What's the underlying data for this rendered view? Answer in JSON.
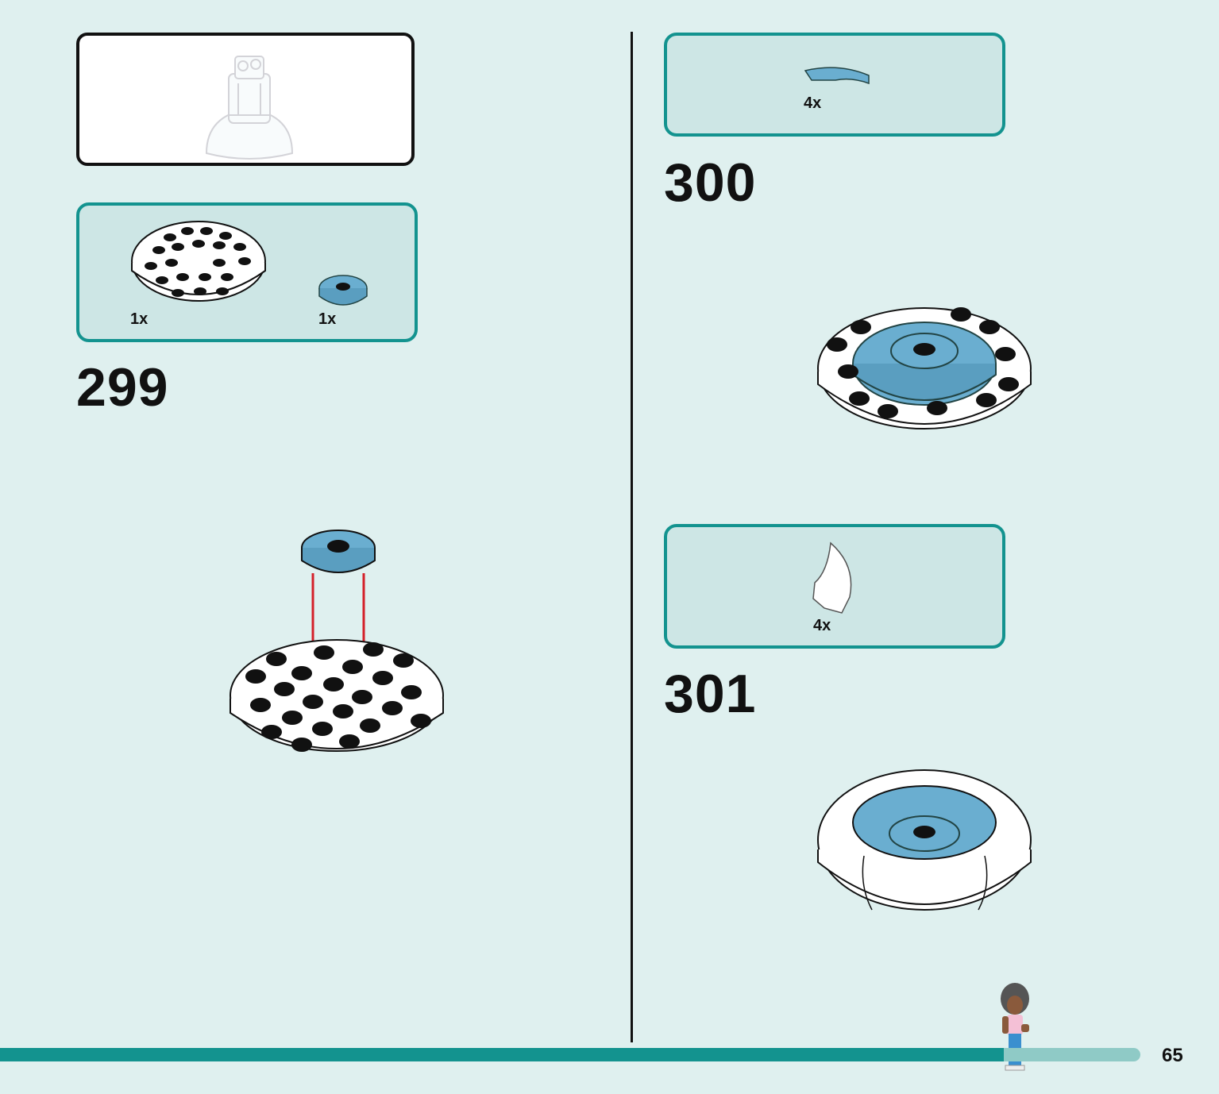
{
  "steps": [
    {
      "number": "299",
      "parts": [
        {
          "qty": "1x"
        },
        {
          "qty": "1x"
        }
      ]
    },
    {
      "number": "300",
      "parts": [
        {
          "qty": "4x"
        }
      ]
    },
    {
      "number": "301",
      "parts": [
        {
          "qty": "4x"
        }
      ]
    }
  ],
  "page_number": "65",
  "progress": 0.88,
  "colors": {
    "background": "#dff0ef",
    "parts_box_fill": "#cde6e5",
    "parts_box_border": "#13938f",
    "brick_blue": "#6aaed0",
    "arrow_red": "#d4202a",
    "progress_fill": "#13938f",
    "progress_track": "#8fcac6"
  }
}
